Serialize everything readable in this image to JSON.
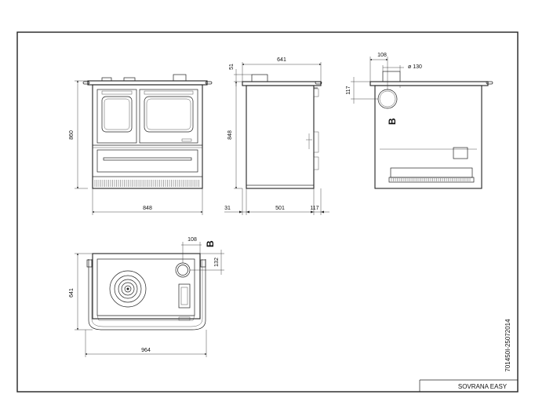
{
  "drawing": {
    "model_name": "SOVRANA EASY",
    "drawing_code": "701450I-25072014"
  },
  "front_view": {
    "height_label": "860",
    "width_label": "848"
  },
  "side_view": {
    "top_offset_label": "51",
    "depth_label": "641",
    "height_label": "848",
    "bottom_left_label": "31",
    "bottom_mid_label": "501",
    "bottom_right_label": "117"
  },
  "rear_view": {
    "flue_offset_label": "108",
    "flue_diameter_label": "ø 130",
    "flue_height_label": "117",
    "marker": "B"
  },
  "top_view": {
    "flue_offset_label": "108",
    "flue_depth_label": "132",
    "marker": "B",
    "depth_label": "641",
    "width_label": "964"
  }
}
